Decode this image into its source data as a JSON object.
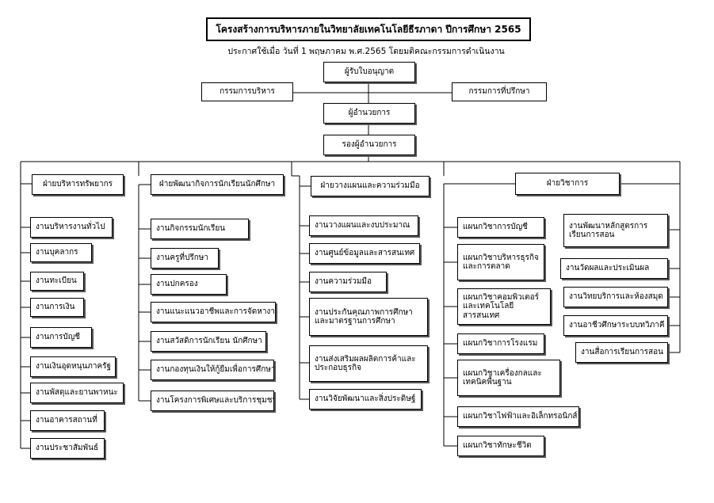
{
  "title": "โครงสร้างการบริหารภายในวิทยาลัยเทคโนโลยีธีรภาดา ปีการศึกษา 2565",
  "subtitle": "ประกาศใช้เมื่อ วันที่ 1 พฤษภาคม พ.ศ.2565 โดยมติคณะกรรมการดำเนินงาน",
  "top": {
    "licensee": "ผู้รับใบอนุญาต",
    "board": "กรรมการบริหาร",
    "advisors": "กรรมการที่ปรึกษา",
    "director": "ผู้อำนวยการ",
    "deputy": "รองผู้อำนวยการ"
  },
  "departments": {
    "resources": {
      "label": "ฝ่ายบริหารทรัพยากร",
      "items": [
        "งานบริหารงานทั่วไป",
        "งานบุคลากร",
        "งานทะเบียน",
        "งานการเงิน",
        "งานการบัญชี",
        "งานเงินอุดหนุนภาครัฐ",
        "งานพัสดุและยานพาหนะ",
        "งานอาคารสถานที่",
        "งานประชาสัมพันธ์"
      ]
    },
    "student_affairs": {
      "label": "ฝ่ายพัฒนากิจการนักเรียนนักศึกษา",
      "items": [
        "งานกิจกรรมนักเรียน",
        "งานครูที่ปรึกษา",
        "งานปกครอง",
        "งานแนะแนวอาชีพและการจัดหางาน",
        "งานสวัสดิการนักเรียน นักศึกษา",
        "งานกองทุนเงินให้กู้ยืมเพื่อการศึกษา",
        "งานโครงการพิเศษและบริการชุมชน"
      ]
    },
    "planning": {
      "label": "ฝ่ายวางแผนและความร่วมมือ",
      "items": [
        "งานวางแผนและงบประมาณ",
        "งานศูนย์ข้อมูลและสารสนเทศ",
        "งานความร่วมมือ",
        "งานประกันคุณภาพการศึกษาและมาตรฐานการศึกษา",
        "งานส่งเสริมผลผลิตการค้าและประกอบธุรกิจ",
        "งานวิจัยพัฒนาและสิ่งประดิษฐ์"
      ]
    },
    "academic": {
      "label": "ฝ่ายวิชาการ",
      "items_left": [
        "แผนกวิชาการบัญชี",
        "แผนกวิชาบริหารธุรกิจและการตลาด",
        "แผนกวิชาคอมพิวเตอร์และเทคโนโลยีสารสนเทศ",
        "แผนกวิชาการโรงแรม",
        "แผนกวิชาเครื่องกลและเทคนิคพื้นฐาน",
        "แผนกวิชาไฟฟ้าและอิเล็กทรอนิกส์",
        "แผนกวิชาทักษะชีวิต"
      ],
      "items_right": [
        "งานพัฒนาหลักสูตรการเรียนการสอน",
        "งานวัดผลและประเมินผล",
        "งานวิทยบริการและห้องสมุด",
        "งานอาชีวศึกษาระบบทวิภาคี",
        "งานสื่อการเรียนการสอน"
      ]
    }
  }
}
